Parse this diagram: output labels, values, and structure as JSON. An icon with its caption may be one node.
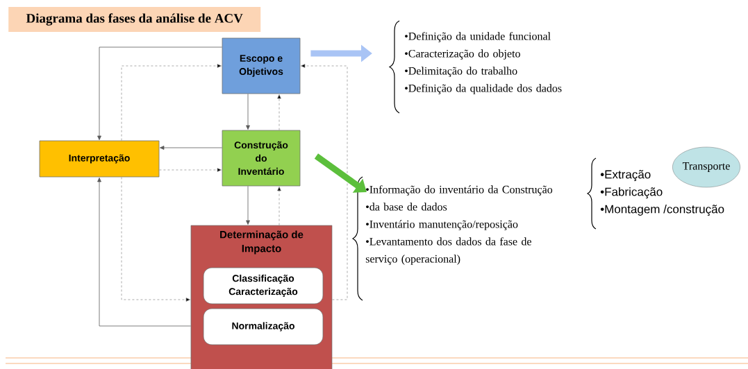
{
  "diagram": {
    "title": "Diagrama das fases da análise de ACV",
    "nodes": [
      {
        "text": [
          "Escopo e Objetivos"
        ]
      },
      {
        "text": [
          "Interpretação"
        ]
      },
      {
        "text": [
          "Construção do Inventário"
        ]
      },
      {
        "text": [
          "Determinação de Impacto"
        ]
      },
      {
        "text": [
          "Classificação Caracterização"
        ],
        "in": 3
      },
      {
        "text": [
          "Normalização"
        ],
        "in": 3
      },
      {
        "text": [
          "•Definição da unidade funcional",
          "•Caracterização do objeto",
          "•Delimitação  do trabalho",
          "•Definição da qualidade dos dados"
        ]
      },
      {
        "text": [
          "•Informação do inventário da Construção",
          "•da base de dados",
          "•Inventário manutenção/reposição",
          "•Levantamento dos dados da fase de serviço (operacional)"
        ]
      },
      {
        "text": [
          "Transporte"
        ]
      }
    ],
    "edges": [
      {
        "from": 0,
        "to": 1,
        "arrow": "to"
      },
      {
        "from": 1,
        "to": 0,
        "arrow": "to",
        "style": "dashed"
      },
      {
        "from": 0,
        "to": 2,
        "arrow": "to"
      },
      {
        "from": 2,
        "to": 0,
        "arrow": "to",
        "style": "dashed"
      },
      {
        "from": 2,
        "to": 1,
        "arrow": "to"
      },
      {
        "from": 1,
        "to": 2,
        "arrow": "to",
        "style": "dashed"
      },
      {
        "from": 2,
        "to": 3,
        "arrow": "to"
      },
      {
        "from": 3,
        "to": 2,
        "arrow": "to",
        "style": "dashed"
      },
      {
        "from": 3,
        "to": 1,
        "arrow": "to"
      },
      {
        "from": 1,
        "to": 3,
        "arrow": "to",
        "style": "dashed"
      },
      {
        "from": 3,
        "to": 0,
        "arrow": "to",
        "style": "dashed"
      },
      {
        "from": 0,
        "to": 6,
        "arrow": "to",
        "style": "thick",
        "color": "#a9c4f5"
      },
      {
        "from": 2,
        "to": 7,
        "arrow": "to",
        "style": "thick",
        "color": "#5cbf3c"
      }
    ],
    "labels": [
      "•Extração",
      "•Fabricação",
      "•Montagem /construção"
    ]
  }
}
